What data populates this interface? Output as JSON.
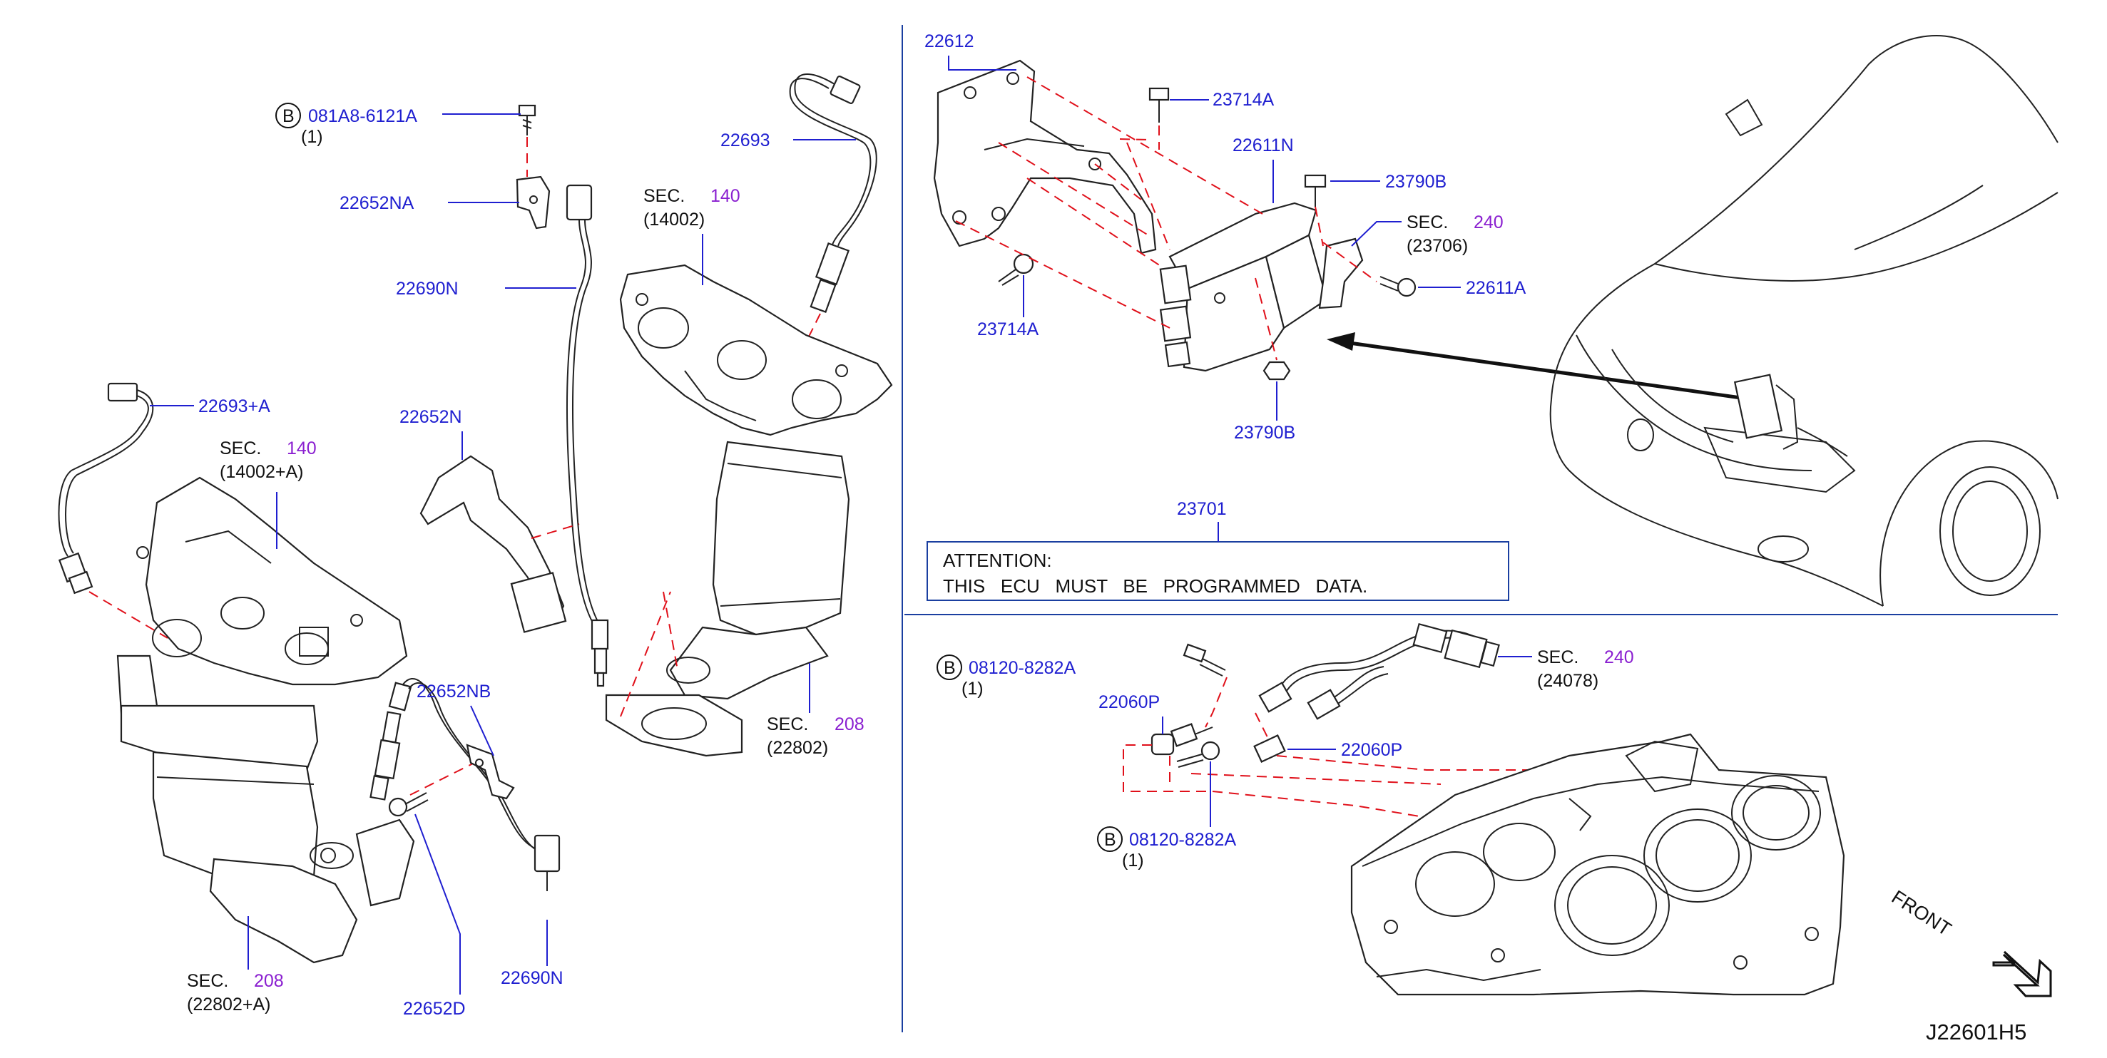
{
  "left_panel": {
    "bolt_b_top": {
      "circle": "B",
      "part": "081A8-6121A",
      "qty": "(1)"
    },
    "p22652NA": "22652NA",
    "p22690N_top": "22690N",
    "p22693": "22693",
    "sec140_right": {
      "sec": "SEC.",
      "num": "140",
      "ref": "(14002)"
    },
    "p22652N": "22652N",
    "p22693A": "22693+A",
    "sec140_left": {
      "sec": "SEC.",
      "num": "140",
      "ref": "(14002+A)"
    },
    "p22652NB": "22652NB",
    "sec208_right": {
      "sec": "SEC.",
      "num": "208",
      "ref": "(22802)"
    },
    "p22690N_bottom": "22690N",
    "p22652D": "22652D",
    "sec208_left": {
      "sec": "SEC.",
      "num": "208",
      "ref": "(22802+A)"
    }
  },
  "top_right_panel": {
    "p22612": "22612",
    "p23714A_top": "23714A",
    "p22611N": "22611N",
    "p23790B_top": "23790B",
    "sec240": {
      "sec": "SEC.",
      "num": "240",
      "ref": "(23706)"
    },
    "p22611A": "22611A",
    "p23714A_bottom": "23714A",
    "p23790B_bottom": "23790B",
    "p23701": "23701",
    "attention_line1": "ATTENTION:",
    "attention_line2": "THIS   ECU   MUST   BE   PROGRAMMED   DATA."
  },
  "bottom_right_panel": {
    "bolt_b_top": {
      "circle": "B",
      "part": "08120-8282A",
      "qty": "(1)"
    },
    "sec240": {
      "sec": "SEC.",
      "num": "240",
      "ref": "(24078)"
    },
    "p22060P_left": "22060P",
    "p22060P_right": "22060P",
    "bolt_b_bottom": {
      "circle": "B",
      "part": "08120-8282A",
      "qty": "(1)"
    },
    "front": "FRONT"
  },
  "diagram_code": "J22601H5",
  "colors": {
    "label": "#1f1fd0",
    "section": "#8a1fd0",
    "dashed": "#e0101a",
    "separator": "#1a3fa0"
  }
}
